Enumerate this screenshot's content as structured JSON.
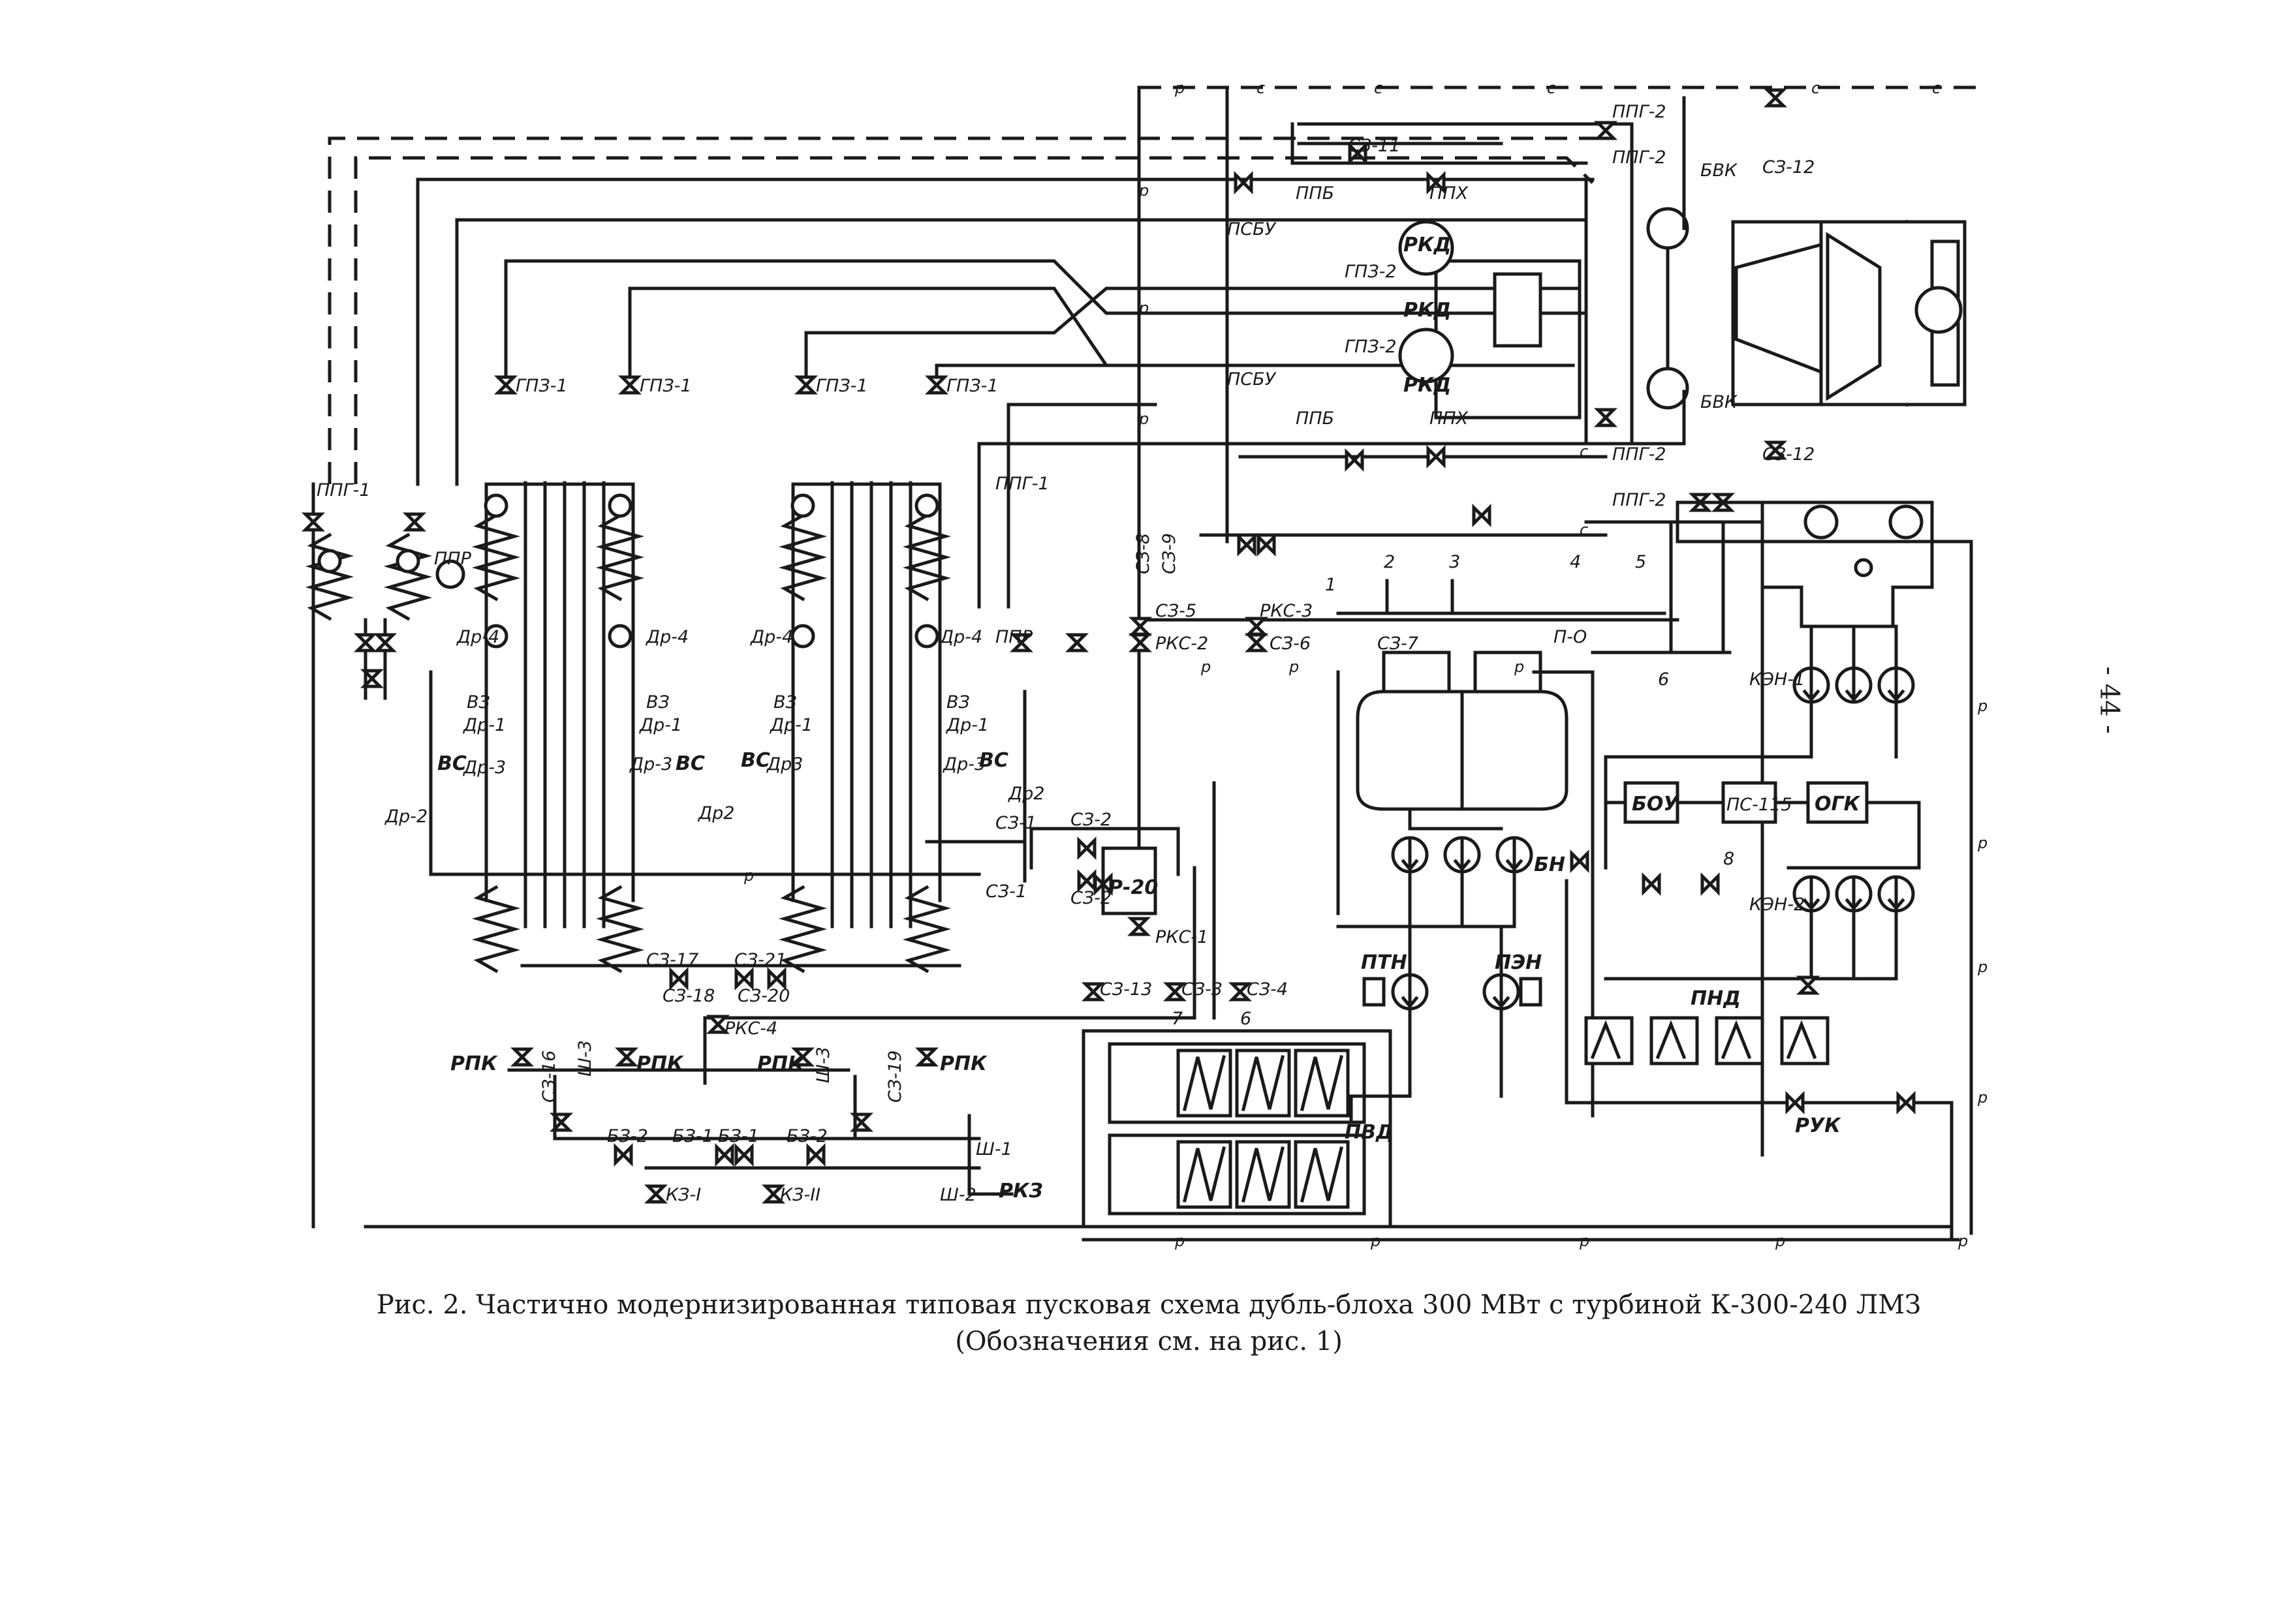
{
  "caption": {
    "line1": "Рис. 2. Частично модернизированная типовая пусковая схема дубль-блоха 300 МВт с турбиной К-300-240 ЛМЗ",
    "line2": "(Обозначения см. на рис. 1)"
  },
  "page_number": "- 44 -",
  "labels": {
    "ppg1": "ППГ-1",
    "ppg2": "ППГ-2",
    "ppr": "ППР",
    "gpz1": "ГПЗ-1",
    "gpz2": "ГПЗ-2",
    "psbu": "ПСБУ",
    "ppb": "ППБ",
    "ppx": "ППХ",
    "rkd": "РКД",
    "bvk": "БВК",
    "sz11": "СЗ-11",
    "sz12": "СЗ-12",
    "sz1": "СЗ-1",
    "sz2": "СЗ-2",
    "sz3": "СЗ-3",
    "sz4": "СЗ-4",
    "sz5": "СЗ-5",
    "sz6": "СЗ-6",
    "sz7": "СЗ-7",
    "sz8": "СЗ-8",
    "sz9": "СЗ-9",
    "sz13": "СЗ-13",
    "sz16": "СЗ-16",
    "sz17": "СЗ-17",
    "sz18": "СЗ-18",
    "sz19": "СЗ-19",
    "sz20": "СЗ-20",
    "sz21": "СЗ-21",
    "rks1": "РКС-1",
    "rks2": "РКС-2",
    "rks3": "РКС-3",
    "rks4": "РКС-4",
    "dr1": "Др-1",
    "dr2": "Др-2",
    "dr2b": "Др2",
    "dr3": "Др-3",
    "dr3b": "Др3",
    "dr4": "Др-4",
    "vz": "ВЗ",
    "vs": "ВС",
    "sh1": "Ш-1",
    "sh2": "Ш-2",
    "sh3": "Ш-3",
    "rpk": "РПК",
    "bz1": "БЗ-1",
    "bz2": "БЗ-2",
    "kz1": "КЗ-I",
    "kz2": "КЗ-II",
    "rkz": "РКЗ",
    "r20": "Р-20",
    "po": "П-О",
    "bn": "БН",
    "ptn": "ПТН",
    "pen": "ПЭН",
    "pvd": "ПВД",
    "pnd": "ПНД",
    "ruk": "РУК",
    "ken1": "КЭН-1",
    "ken2": "КЭН-2",
    "bou": "БОУ",
    "ps115": "ПС-115",
    "ogk": "ОГК",
    "n1": "1",
    "n2": "2",
    "n3": "3",
    "n4": "4",
    "n5": "5",
    "n6": "6",
    "n7": "7",
    "n8": "8",
    "line_r": "р",
    "line_s": "с"
  }
}
